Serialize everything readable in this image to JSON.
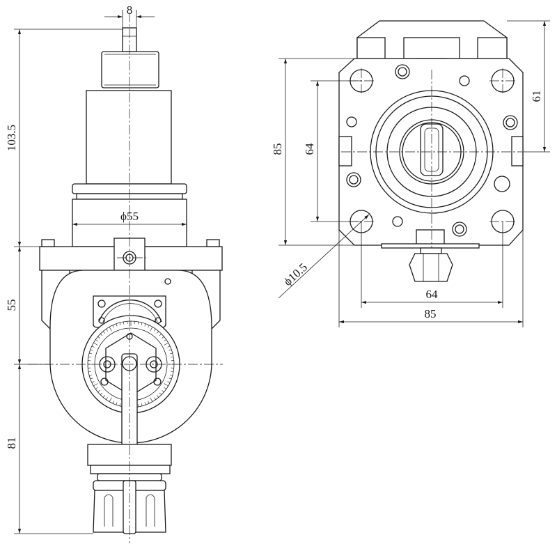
{
  "dimensions": {
    "shaft_width": "8",
    "upper_height": "103.5",
    "body_diameter": "ϕ55",
    "middle_height": "55",
    "lower_height": "81",
    "flange_height": "85",
    "bolt_spacing_vertical": "64",
    "top_offset": "61",
    "hole_diameter": "ϕ10.5",
    "bolt_spacing_horizontal": "64",
    "flange_width": "85"
  }
}
